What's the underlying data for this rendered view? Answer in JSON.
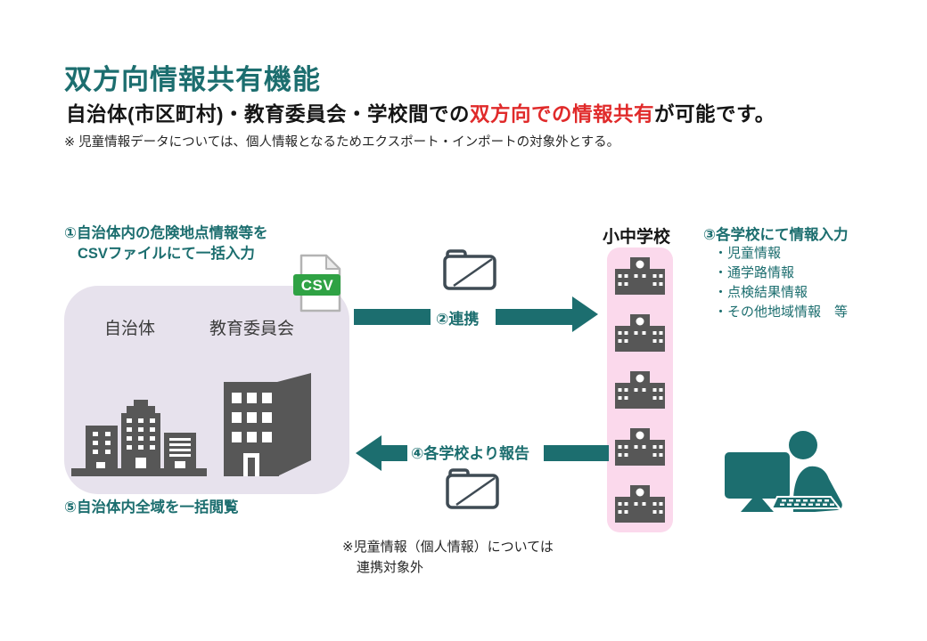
{
  "colors": {
    "teal": "#1C6E6F",
    "red": "#E02A2A",
    "black": "#151515",
    "note_gray": "#262626",
    "label_gray": "#3C3C3C",
    "lavender": "#E7E2ED",
    "pink": "#FBD9EC",
    "icon_gray": "#575757",
    "folder_outline": "#3F4B54",
    "csv_green": "#2FA244",
    "csv_page_outline": "#B3B3B3"
  },
  "header": {
    "title": "双方向情報共有機能",
    "subtitle_prefix": "自治体(市区町村)・教育委員会・学校間での",
    "subtitle_highlight": "双方向での情報共有",
    "subtitle_suffix": "が可能です。",
    "note": "※ 児童情報データについては、個人情報となるためエクスポート・インポートの対象外とする。"
  },
  "diagram": {
    "step1": {
      "line1": "①自治体内の危険地点情報等を",
      "line2": "CSVファイルにて一括入力"
    },
    "csv_label": "CSV",
    "municipality_label": "自治体",
    "board_label": "教育委員会",
    "arrow2_label": "②連携",
    "schools_label": "小中学校",
    "school_count": 5,
    "step3": {
      "heading": "③各学校にて情報入力",
      "items": [
        "・児童情報",
        "・通学路情報",
        "・点検結果情報",
        "・その他地域情報　等"
      ]
    },
    "arrow4_label": "④各学校より報告",
    "step5": "⑤自治体内全域を一括閲覧",
    "note2_line1": "※児童情報（個人情報）については",
    "note2_line2": "連携対象外"
  }
}
